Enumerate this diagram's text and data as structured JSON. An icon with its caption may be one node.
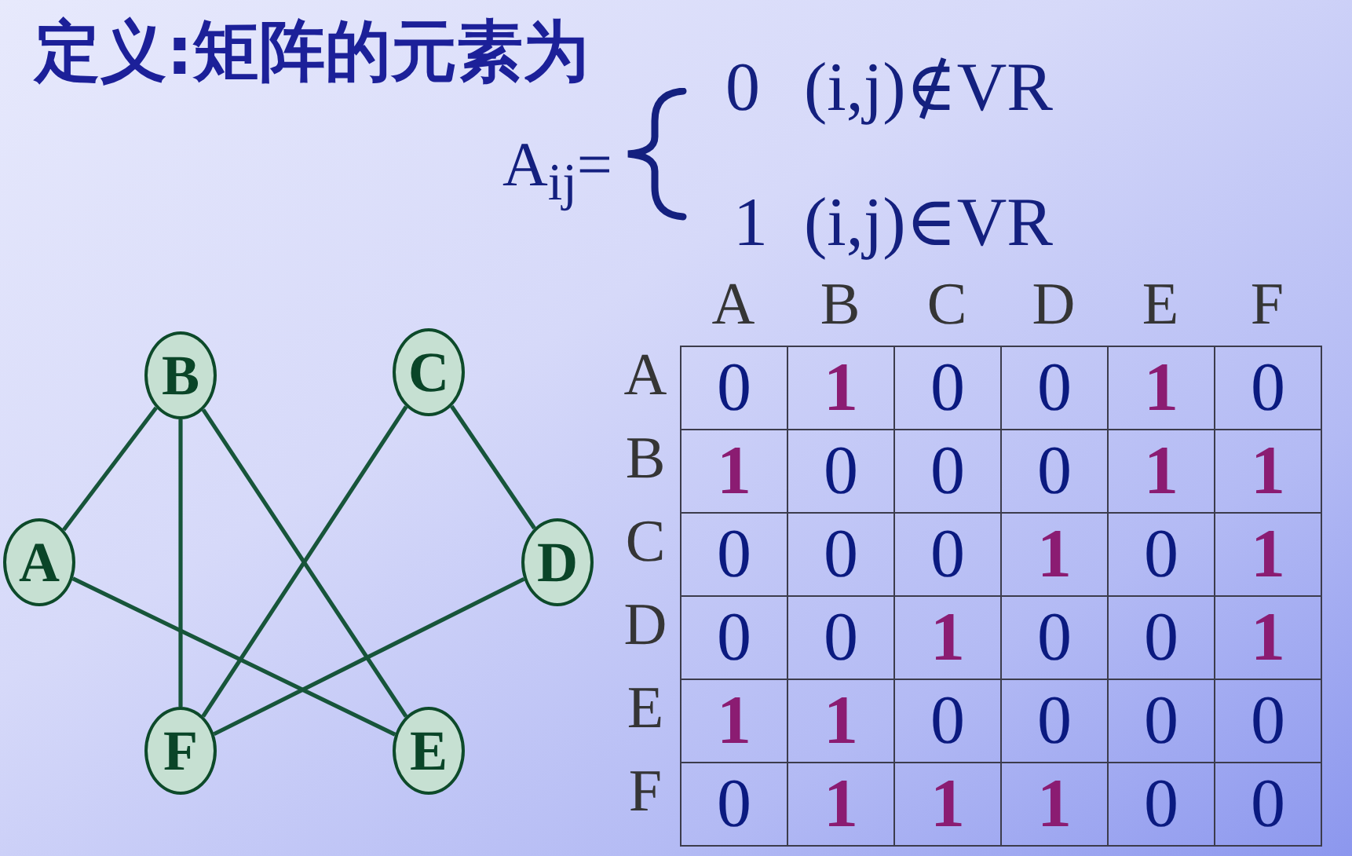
{
  "diagram": {
    "title": "定义:矩阵的元素为",
    "nodes": [
      {
        "text": [
          "B"
        ]
      },
      {
        "text": [
          "C"
        ]
      },
      {
        "text": [
          "A"
        ]
      },
      {
        "text": [
          "D"
        ]
      },
      {
        "text": [
          "F"
        ]
      },
      {
        "text": [
          "E"
        ]
      }
    ],
    "edges": [
      {
        "from": 0,
        "to": 2,
        "arrow": "none"
      },
      {
        "from": 0,
        "to": 4,
        "arrow": "none"
      },
      {
        "from": 0,
        "to": 5,
        "arrow": "none"
      },
      {
        "from": 1,
        "to": 4,
        "arrow": "none"
      },
      {
        "from": 1,
        "to": 3,
        "arrow": "none"
      },
      {
        "from": 2,
        "to": 5,
        "arrow": "none"
      },
      {
        "from": 3,
        "to": 4,
        "arrow": "none"
      }
    ],
    "labels": [
      "A$_{ij}$=",
      "0",
      "(i,j)∉VR",
      "1",
      "(i,j)∈VR",
      "A",
      "B",
      "C",
      "D",
      "E",
      "F",
      "A",
      "0",
      "1",
      "0",
      "0",
      "1",
      "0",
      "B",
      "1",
      "0",
      "0",
      "0",
      "1",
      "1",
      "C",
      "0",
      "0",
      "0",
      "1",
      "0",
      "1",
      "D",
      "0",
      "0",
      "1",
      "0",
      "0",
      "1",
      "E",
      "1",
      "1",
      "0",
      "0",
      "0",
      "0",
      "F",
      "0",
      "1",
      "1",
      "1",
      "0",
      "0"
    ]
  }
}
